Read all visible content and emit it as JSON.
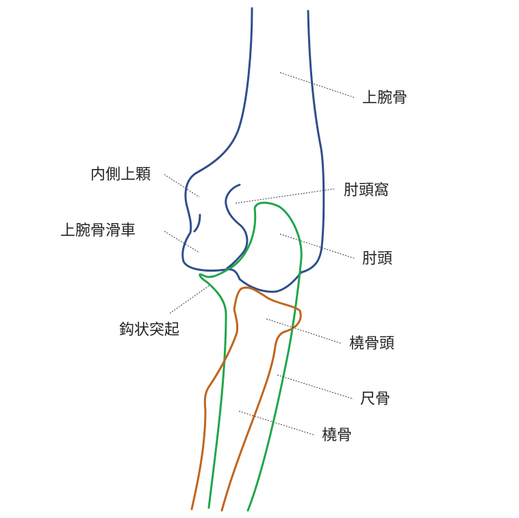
{
  "colors": {
    "humerus": "#2f4e8c",
    "ulna": "#20a64b",
    "radius": "#c0651e",
    "text": "#222222",
    "background": "#ffffff"
  },
  "labels": {
    "humerus": "上腕骨",
    "medial_epicondyle": "内側上顆",
    "olecranon_fossa": "肘頭窩",
    "trochlea": "上腕骨滑車",
    "olecranon": "肘頭",
    "coronoid_process": "鈎状突起",
    "radial_head": "橈骨頭",
    "ulna": "尺骨",
    "radius": "橈骨"
  }
}
